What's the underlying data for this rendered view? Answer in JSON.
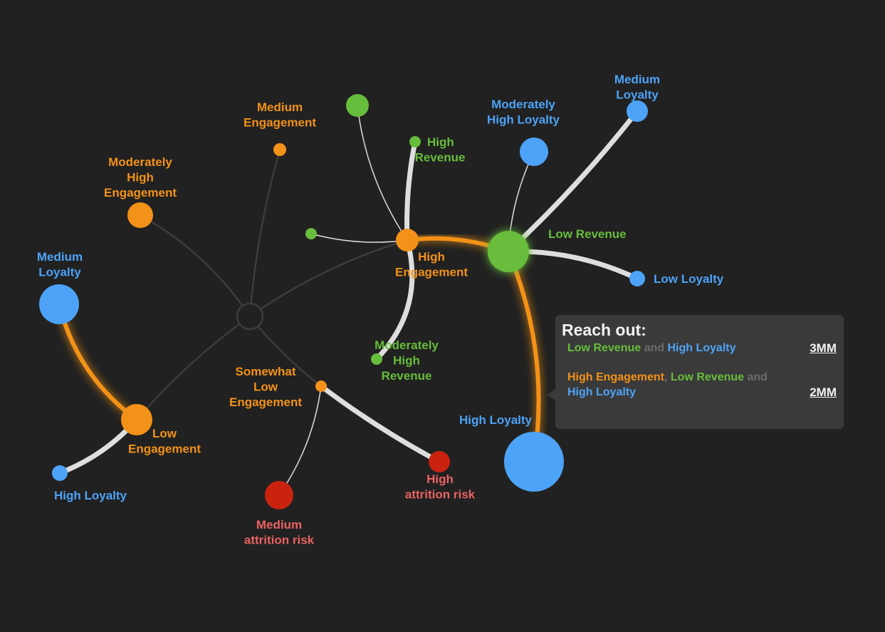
{
  "colors": {
    "background": "#212121",
    "engagement": "#f39218",
    "revenue": "#67bd3c",
    "loyalty": "#4da3f7",
    "attrition_node": "#c92310",
    "attrition_label": "#eb6262",
    "link": "#dedede",
    "link_faint": "#3c3c3c",
    "highlight": "#f39218",
    "muted": "#6c6c6c",
    "tooltip_bg": "#3a3a3a",
    "white": "#f2f2f2"
  },
  "nodes": [
    {
      "id": "root",
      "category": "root",
      "label": []
    },
    {
      "id": "mod-high-engagement",
      "category": "engagement",
      "label": [
        "Moderately",
        "High",
        "Engagement"
      ]
    },
    {
      "id": "medium-engagement",
      "category": "engagement",
      "label": [
        "Medium",
        "Engagement"
      ]
    },
    {
      "id": "high-engagement",
      "category": "engagement",
      "label": [
        "High",
        "Engagement"
      ]
    },
    {
      "id": "somewhat-low-engagement",
      "category": "engagement",
      "label": [
        "Somewhat",
        "Low",
        "Engagement"
      ]
    },
    {
      "id": "low-engagement",
      "category": "engagement",
      "label": [
        "Low",
        "Engagement"
      ]
    },
    {
      "id": "medium-loyalty-left",
      "category": "loyalty",
      "label": [
        "Medium",
        "Loyalty"
      ]
    },
    {
      "id": "high-loyalty-left",
      "category": "loyalty",
      "label": [
        "High Loyalty"
      ]
    },
    {
      "id": "medium-attrition",
      "category": "attrition",
      "label": [
        "Medium",
        "attrition risk"
      ]
    },
    {
      "id": "high-attrition",
      "category": "attrition",
      "label": [
        "High",
        "attrition risk"
      ]
    },
    {
      "id": "green-top",
      "category": "revenue",
      "label": []
    },
    {
      "id": "high-revenue",
      "category": "revenue",
      "label": [
        "High",
        "Revenue"
      ]
    },
    {
      "id": "green-small-left",
      "category": "revenue",
      "label": []
    },
    {
      "id": "mod-high-revenue",
      "category": "revenue",
      "label": [
        "Moderately",
        "High",
        "Revenue"
      ]
    },
    {
      "id": "low-revenue",
      "category": "revenue",
      "label": [
        "Low Revenue"
      ]
    },
    {
      "id": "mod-high-loyalty",
      "category": "loyalty",
      "label": [
        "Moderately",
        "High Loyalty"
      ]
    },
    {
      "id": "medium-loyalty-right",
      "category": "loyalty",
      "label": [
        "Medium",
        "Loyalty"
      ]
    },
    {
      "id": "low-loyalty",
      "category": "loyalty",
      "label": [
        "Low Loyalty"
      ]
    },
    {
      "id": "high-loyalty-big",
      "category": "loyalty",
      "label": [
        "High Loyalty"
      ]
    }
  ],
  "links": [
    {
      "from": "root",
      "to": "mod-high-engagement",
      "style": "faint"
    },
    {
      "from": "root",
      "to": "medium-engagement",
      "style": "faint"
    },
    {
      "from": "root",
      "to": "high-engagement",
      "style": "faint"
    },
    {
      "from": "root",
      "to": "somewhat-low-engagement",
      "style": "faint"
    },
    {
      "from": "root",
      "to": "low-engagement",
      "style": "faint"
    },
    {
      "from": "low-engagement",
      "to": "medium-loyalty-left",
      "style": "highlight"
    },
    {
      "from": "low-engagement",
      "to": "high-loyalty-left",
      "style": "thick"
    },
    {
      "from": "somewhat-low-engagement",
      "to": "medium-attrition",
      "style": "thin"
    },
    {
      "from": "somewhat-low-engagement",
      "to": "high-attrition",
      "style": "thick"
    },
    {
      "from": "high-engagement",
      "to": "green-top",
      "style": "thin"
    },
    {
      "from": "high-engagement",
      "to": "high-revenue",
      "style": "thick"
    },
    {
      "from": "high-engagement",
      "to": "green-small-left",
      "style": "thin"
    },
    {
      "from": "high-engagement",
      "to": "mod-high-revenue",
      "style": "thick"
    },
    {
      "from": "high-engagement",
      "to": "low-revenue",
      "style": "highlight"
    },
    {
      "from": "low-revenue",
      "to": "mod-high-loyalty",
      "style": "thin"
    },
    {
      "from": "low-revenue",
      "to": "medium-loyalty-right",
      "style": "thick"
    },
    {
      "from": "low-revenue",
      "to": "low-loyalty",
      "style": "thick"
    },
    {
      "from": "low-revenue",
      "to": "high-loyalty-big",
      "style": "highlight"
    }
  ],
  "tooltip": {
    "title": "Reach out:",
    "rows": [
      {
        "parts": [
          {
            "text": "Low Revenue",
            "color": "revenue"
          },
          {
            "text": " and ",
            "color": "muted"
          },
          {
            "text": "High Loyalty",
            "color": "loyalty"
          }
        ],
        "value": "3MM"
      },
      {
        "parts": [
          {
            "text": "High Engagement",
            "color": "engagement"
          },
          {
            "text": ", ",
            "color": "muted"
          },
          {
            "text": "Low Revenue",
            "color": "revenue"
          },
          {
            "text": " and ",
            "color": "muted"
          },
          {
            "text": "High Loyalty",
            "color": "loyalty"
          }
        ],
        "value": "2MM"
      }
    ]
  }
}
